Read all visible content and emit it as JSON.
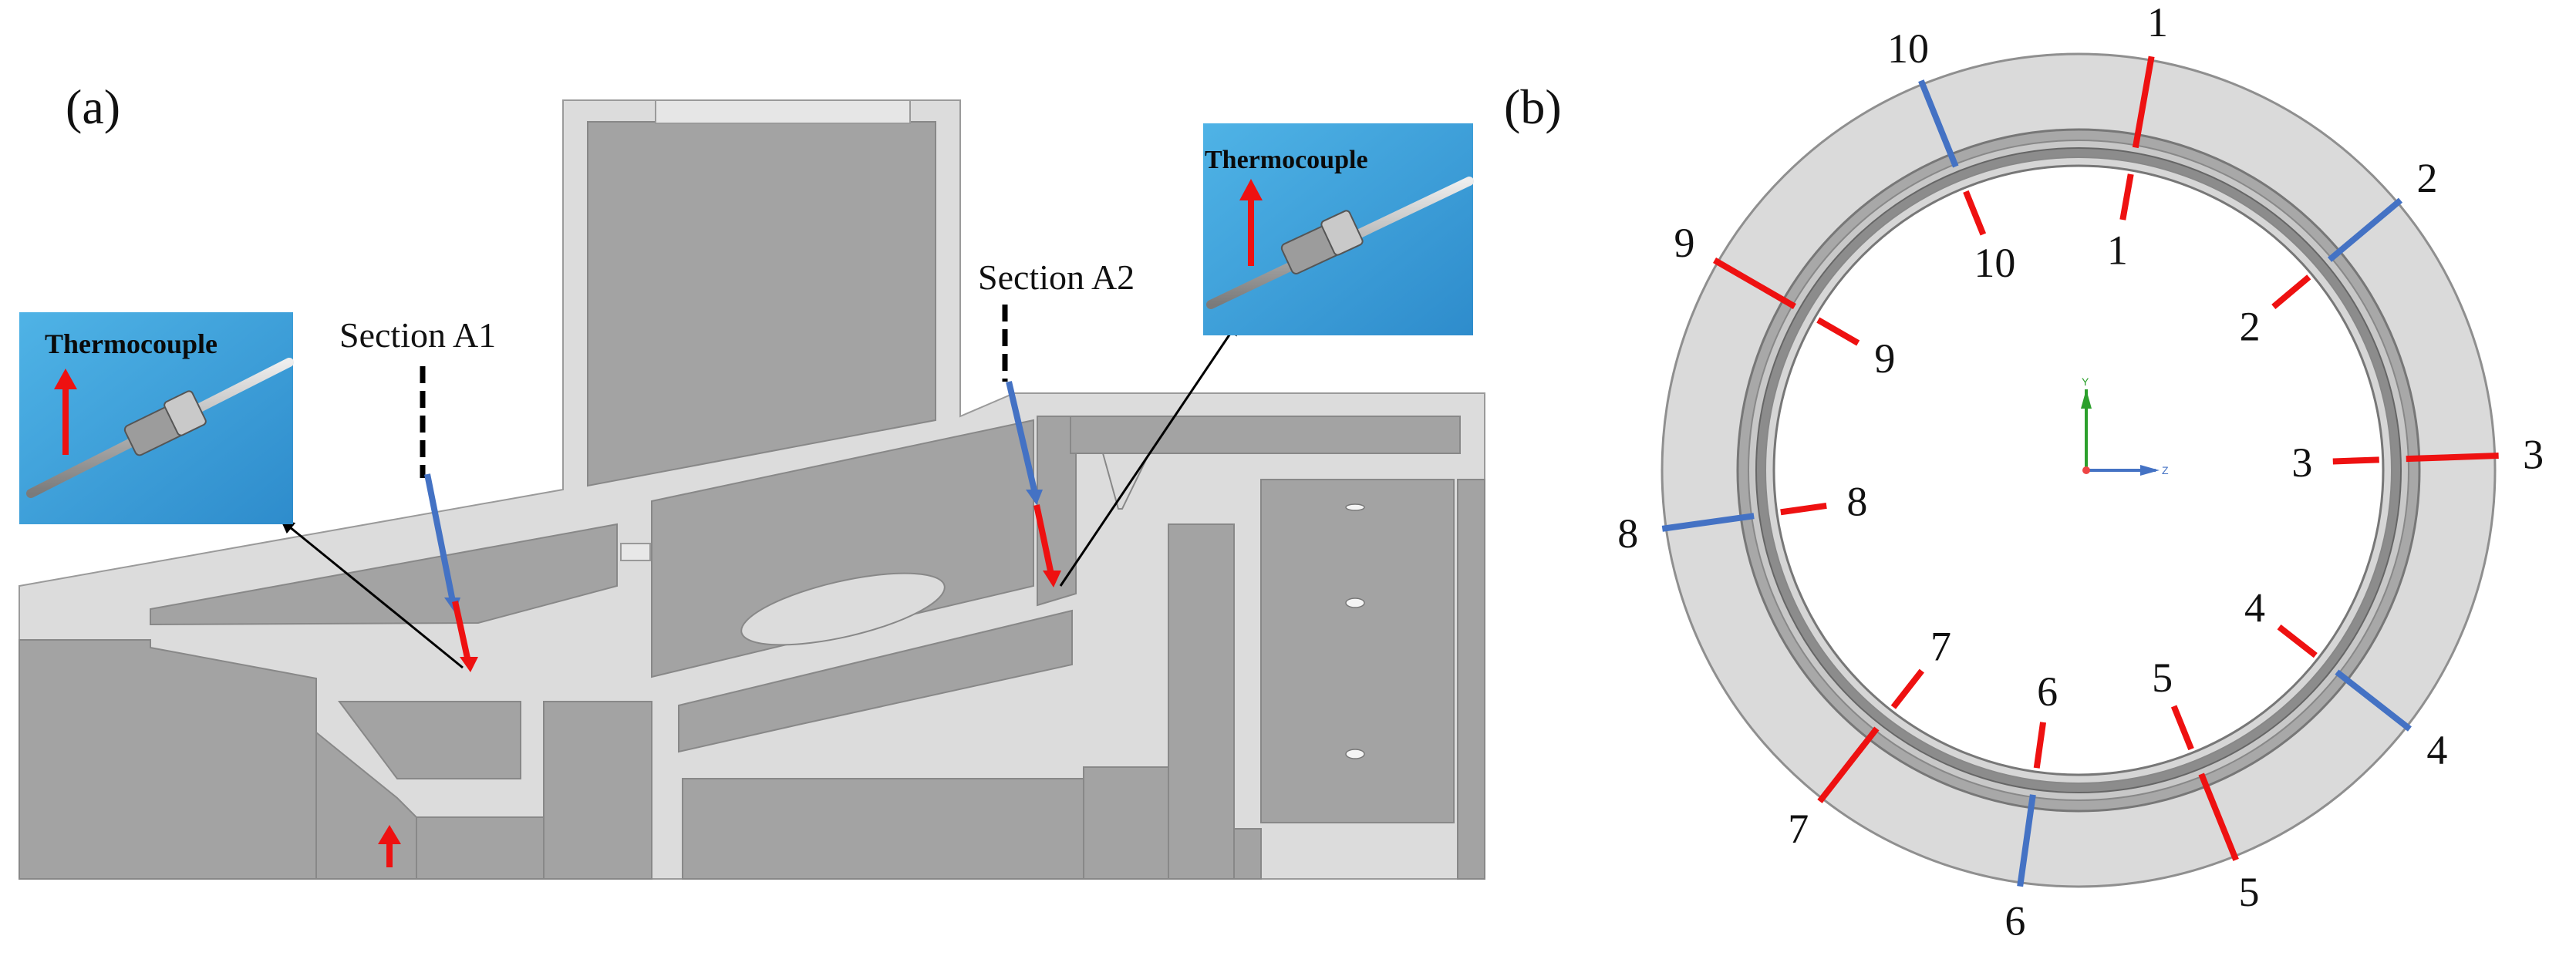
{
  "panel_a": {
    "label": "(a)",
    "section_a1": "Section A1",
    "section_a2": "Section A2",
    "photo_left_label": "Thermocouple",
    "photo_right_label": "Thermocouple"
  },
  "panel_b": {
    "label": "(b)",
    "axis_y": "Y",
    "axis_z": "Z",
    "inner_markers": [
      "1",
      "2",
      "3",
      "4",
      "5",
      "6",
      "7",
      "8",
      "9",
      "10"
    ],
    "outer_markers": [
      "1",
      "2",
      "3",
      "4",
      "5",
      "6",
      "7",
      "8",
      "9",
      "10"
    ]
  },
  "colors": {
    "red": "#ee1111",
    "blue": "#4472c4",
    "metal": "#a3a3a3",
    "ring": "#dadada"
  }
}
